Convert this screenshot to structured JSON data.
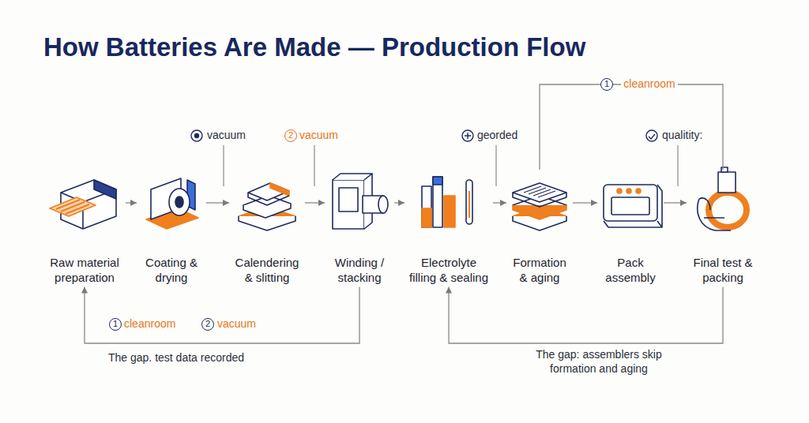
{
  "diagram": {
    "title": "How Batteries Are Made — Production Flow",
    "nodes": [
      {
        "text": [
          "Raw material preparation"
        ]
      },
      {
        "text": [
          "Coating & drying"
        ]
      },
      {
        "text": [
          "Calendering & slitting"
        ]
      },
      {
        "text": [
          "Winding / stacking"
        ]
      },
      {
        "text": [
          "Electrolyte filling & sealing"
        ]
      },
      {
        "text": [
          "Formation & aging"
        ]
      },
      {
        "text": [
          "Pack assembly"
        ]
      },
      {
        "text": [
          "Final test & packing"
        ]
      }
    ],
    "edges": [
      {
        "from": 0,
        "to": 1,
        "arrow": "to"
      },
      {
        "from": 1,
        "to": 2,
        "arrow": "to"
      },
      {
        "from": 2,
        "to": 3,
        "arrow": "to"
      },
      {
        "from": 3,
        "to": 4,
        "arrow": "to"
      },
      {
        "from": 4,
        "to": 5,
        "arrow": "to"
      },
      {
        "from": 5,
        "to": 6,
        "arrow": "to"
      },
      {
        "from": 6,
        "to": 7,
        "arrow": "to"
      },
      {
        "from": 3,
        "to": 0,
        "arrow": "to"
      },
      {
        "from": 5,
        "to": 7,
        "label": "cleanroom",
        "arrow": "none"
      },
      {
        "from": 7,
        "to": 4,
        "arrow": "to"
      }
    ],
    "labels": [
      "vacuum",
      "2",
      "vacuum",
      "georded",
      "1",
      "qualitity:",
      "1",
      "cleanroom",
      "2",
      "vacuum",
      "The gap. test data recorded",
      "The gap: assemblers skip formation and aging"
    ]
  }
}
